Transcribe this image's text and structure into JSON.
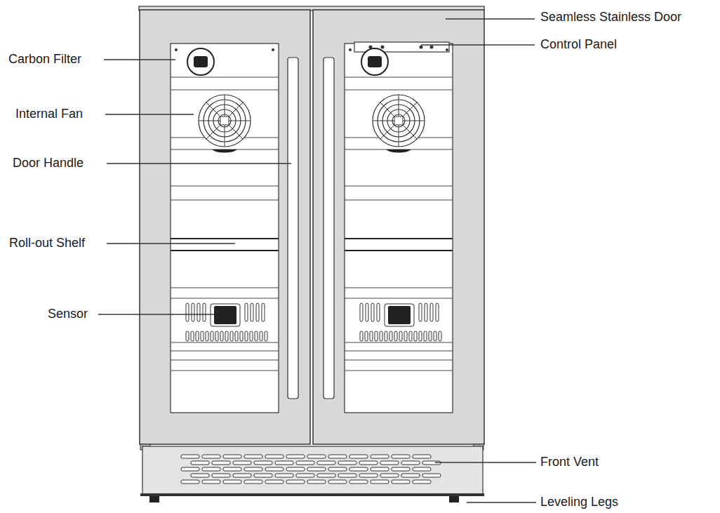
{
  "diagram": {
    "labels": [
      "Seamless Stainless Door",
      "Carbon Filter",
      "Control Panel",
      "Internal Fan",
      "Door Handle",
      "Roll-out Shelf",
      "Sensor",
      "Front Vent",
      "Leveling Legs"
    ]
  }
}
